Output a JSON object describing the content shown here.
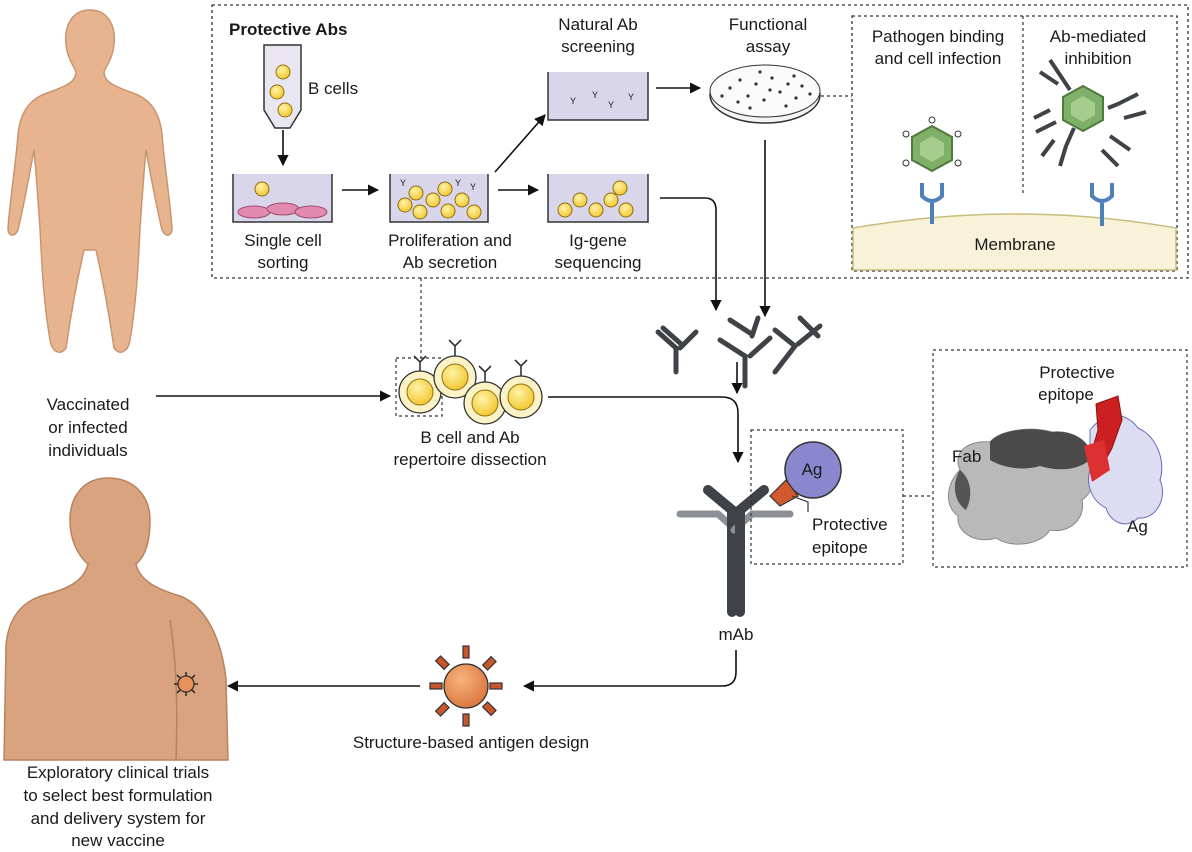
{
  "palette": {
    "skin": "#e7b08a",
    "skin_shadow": "#c48d6a",
    "cell_yellow": "#f6d13b",
    "cell_outline": "#a8861a",
    "cell_halo": "#fbf3c6",
    "well_fill": "#d9d5ea",
    "pink_cell": "#e38ab0",
    "antibody_dark": "#3f4247",
    "antibody_light": "#8c9096",
    "antigen_purple": "#8a87cf",
    "epitope_red": "#d2582e",
    "pathogen_green": "#7fb069",
    "receptor_blue": "#4f7fb8",
    "membrane": "#f7f2d8",
    "designed_antigen": "#e8915a",
    "arrow": "#111111"
  },
  "labels": {
    "protective_abs": "Protective Abs",
    "b_cells": "B cells",
    "single_cell_sorting": [
      "Single cell",
      "sorting"
    ],
    "proliferation": [
      "Proliferation and",
      "Ab secretion"
    ],
    "natural_ab_screening": [
      "Natural Ab",
      "screening"
    ],
    "ig_gene_sequencing": [
      "Ig-gene",
      "sequencing"
    ],
    "functional_assay": [
      "Functional",
      "assay"
    ],
    "pathogen_binding": [
      "Pathogen binding",
      "and cell infection"
    ],
    "ab_mediated_inhibition": [
      "Ab-mediated",
      "inhibition"
    ],
    "membrane": "Membrane",
    "vaccinated": [
      "Vaccinated",
      "or infected",
      "individuals"
    ],
    "b_cell_repertoire": [
      "B cell and Ab",
      "repertoire dissection"
    ],
    "ag": "Ag",
    "protective_epitope": [
      "Protective",
      "epitope"
    ],
    "mab": "mAb",
    "fab": "Fab",
    "protective_epitope_struct": [
      "Protective",
      "epitope"
    ],
    "ag_struct": "Ag",
    "structure_design": "Structure-based antigen design",
    "clinical_trials": [
      "Exploratory clinical trials",
      "to select best formulation",
      "and delivery system for",
      "new vaccine"
    ]
  }
}
